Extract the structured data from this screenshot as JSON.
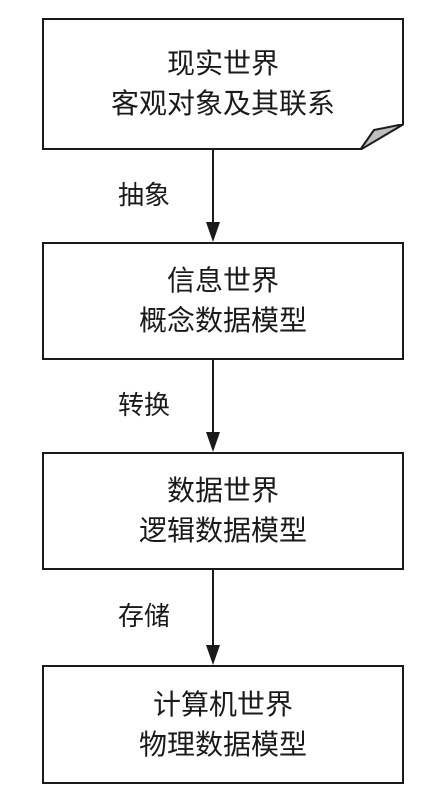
{
  "boxes": [
    {
      "line1": "现实世界",
      "line2": "客观对象及其联系"
    },
    {
      "line1": "信息世界",
      "line2": "概念数据模型"
    },
    {
      "line1": "数据世界",
      "line2": "逻辑数据模型"
    },
    {
      "line1": "计算机世界",
      "line2": "物理数据模型"
    }
  ],
  "arrows": [
    {
      "label": "抽象"
    },
    {
      "label": "转换"
    },
    {
      "label": "存储"
    }
  ],
  "colors": {
    "stroke": "#1a1a1a",
    "fold_fill": "#bfbfbf"
  }
}
